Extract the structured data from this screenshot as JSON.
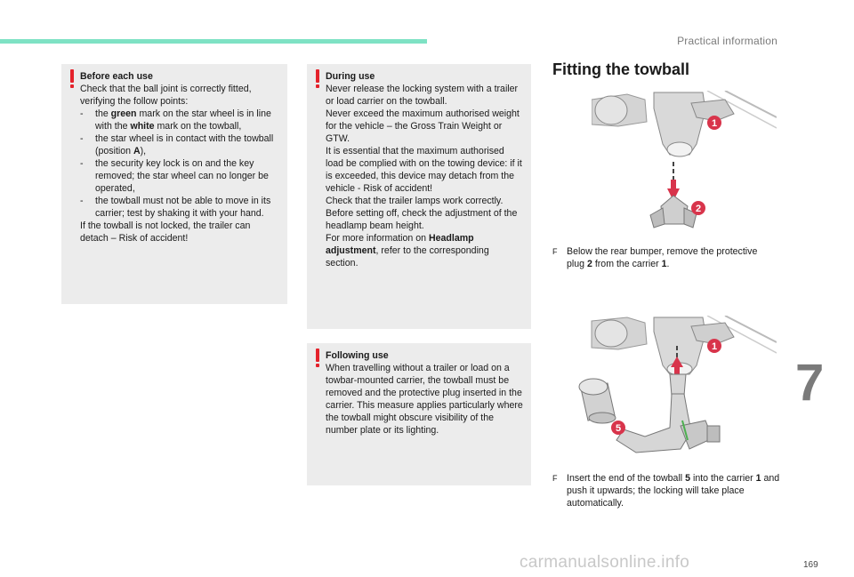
{
  "header": {
    "section_title": "Practical information",
    "chapter": "7"
  },
  "page_number": "169",
  "watermark": "carmanualsonline.info",
  "box_before": {
    "heading": "Before each use",
    "intro": "Check that the ball joint is correctly fitted, verifying the follow points:",
    "dash": "-",
    "item1_a": "the ",
    "item1_green": "green",
    "item1_b": " mark on the star wheel is in line with the ",
    "item1_white": "white",
    "item1_c": " mark on the towball,",
    "item2_a": "the star wheel is in contact with the towball (position ",
    "item2_pos": "A",
    "item2_b": "),",
    "item3": "the security key lock is on and the key removed; the star wheel can no longer be operated,",
    "item4": "the towball must not be able to move in its carrier; test by shaking it with your hand.",
    "outro": "If the towball is not locked, the trailer can detach – Risk of accident!"
  },
  "box_during": {
    "heading": "During use",
    "p1": "Never release the locking system with a trailer or load carrier on the towball.",
    "p2": "Never exceed the maximum authorised weight for the vehicle – the Gross Train Weight or GTW.",
    "p3": "It is essential that the maximum authorised load be complied with on the towing device: if it is exceeded, this device may detach from the vehicle - Risk of accident!",
    "p4": "Check that the trailer lamps work correctly.",
    "p5": "Before setting off, check the adjustment of the headlamp beam height.",
    "p6_a": "For more information on ",
    "p6_bold": "Headlamp adjustment",
    "p6_b": ", refer to the corresponding section."
  },
  "box_following": {
    "heading": "Following use",
    "p1": "When travelling without a trailer or load on a towbar-mounted carrier, the towball must be removed and the protective plug inserted in the carrier. This measure applies particularly where the towball might obscure visibility of the number plate or its lighting."
  },
  "fitting": {
    "title": "Fitting the towball",
    "arrow": "F",
    "step1_a": "Below the rear bumper, remove the protective plug ",
    "step1_n1": "2",
    "step1_b": " from the carrier ",
    "step1_n2": "1",
    "step1_c": ".",
    "step2_a": "Insert the end of the towball ",
    "step2_n1": "5",
    "step2_b": " into the carrier ",
    "step2_n2": "1",
    "step2_c": " and push it upwards; the locking will take place automatically.",
    "illus1_callouts": [
      "1",
      "2"
    ],
    "illus2_callouts": [
      "1",
      "5"
    ]
  },
  "colors": {
    "accent_bar": "#7ee2c4",
    "warning": "#e4222b",
    "callout": "#d8344b",
    "box_bg": "#ececec"
  }
}
